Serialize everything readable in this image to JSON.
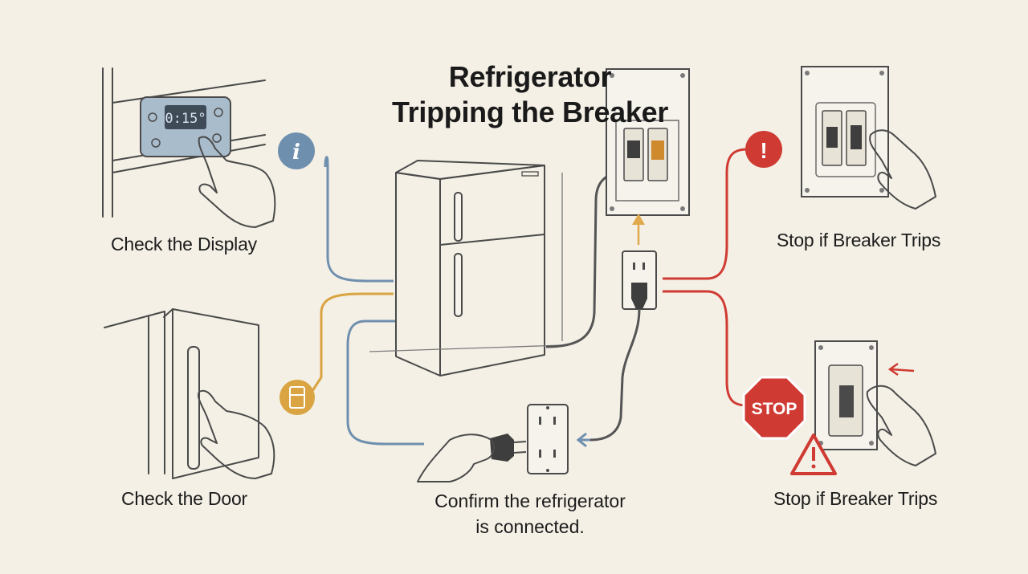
{
  "title": {
    "line1": "Refrigerator",
    "line2": "Tripping the Breaker"
  },
  "labels": {
    "check_display": "Check the Display",
    "check_door": "Check the Door",
    "confirm_line1": "Confirm the refrigerator",
    "confirm_line2": "is connected.",
    "stop_top": "Stop if Breaker Trips",
    "stop_bottom": "Stop if Breaker Trips"
  },
  "display_readout": "0:15°",
  "stop_sign_text": "STOP",
  "info_badge_glyph": "i",
  "alert_badge_glyph": "!",
  "colors": {
    "background": "#f4f0e6",
    "blue_connector": "#6f8fae",
    "orange_connector": "#d9a441",
    "red_connector": "#cf3b33",
    "orange_arrow": "#e0a94b",
    "breaker_switch_orange": "#d08a2e"
  }
}
